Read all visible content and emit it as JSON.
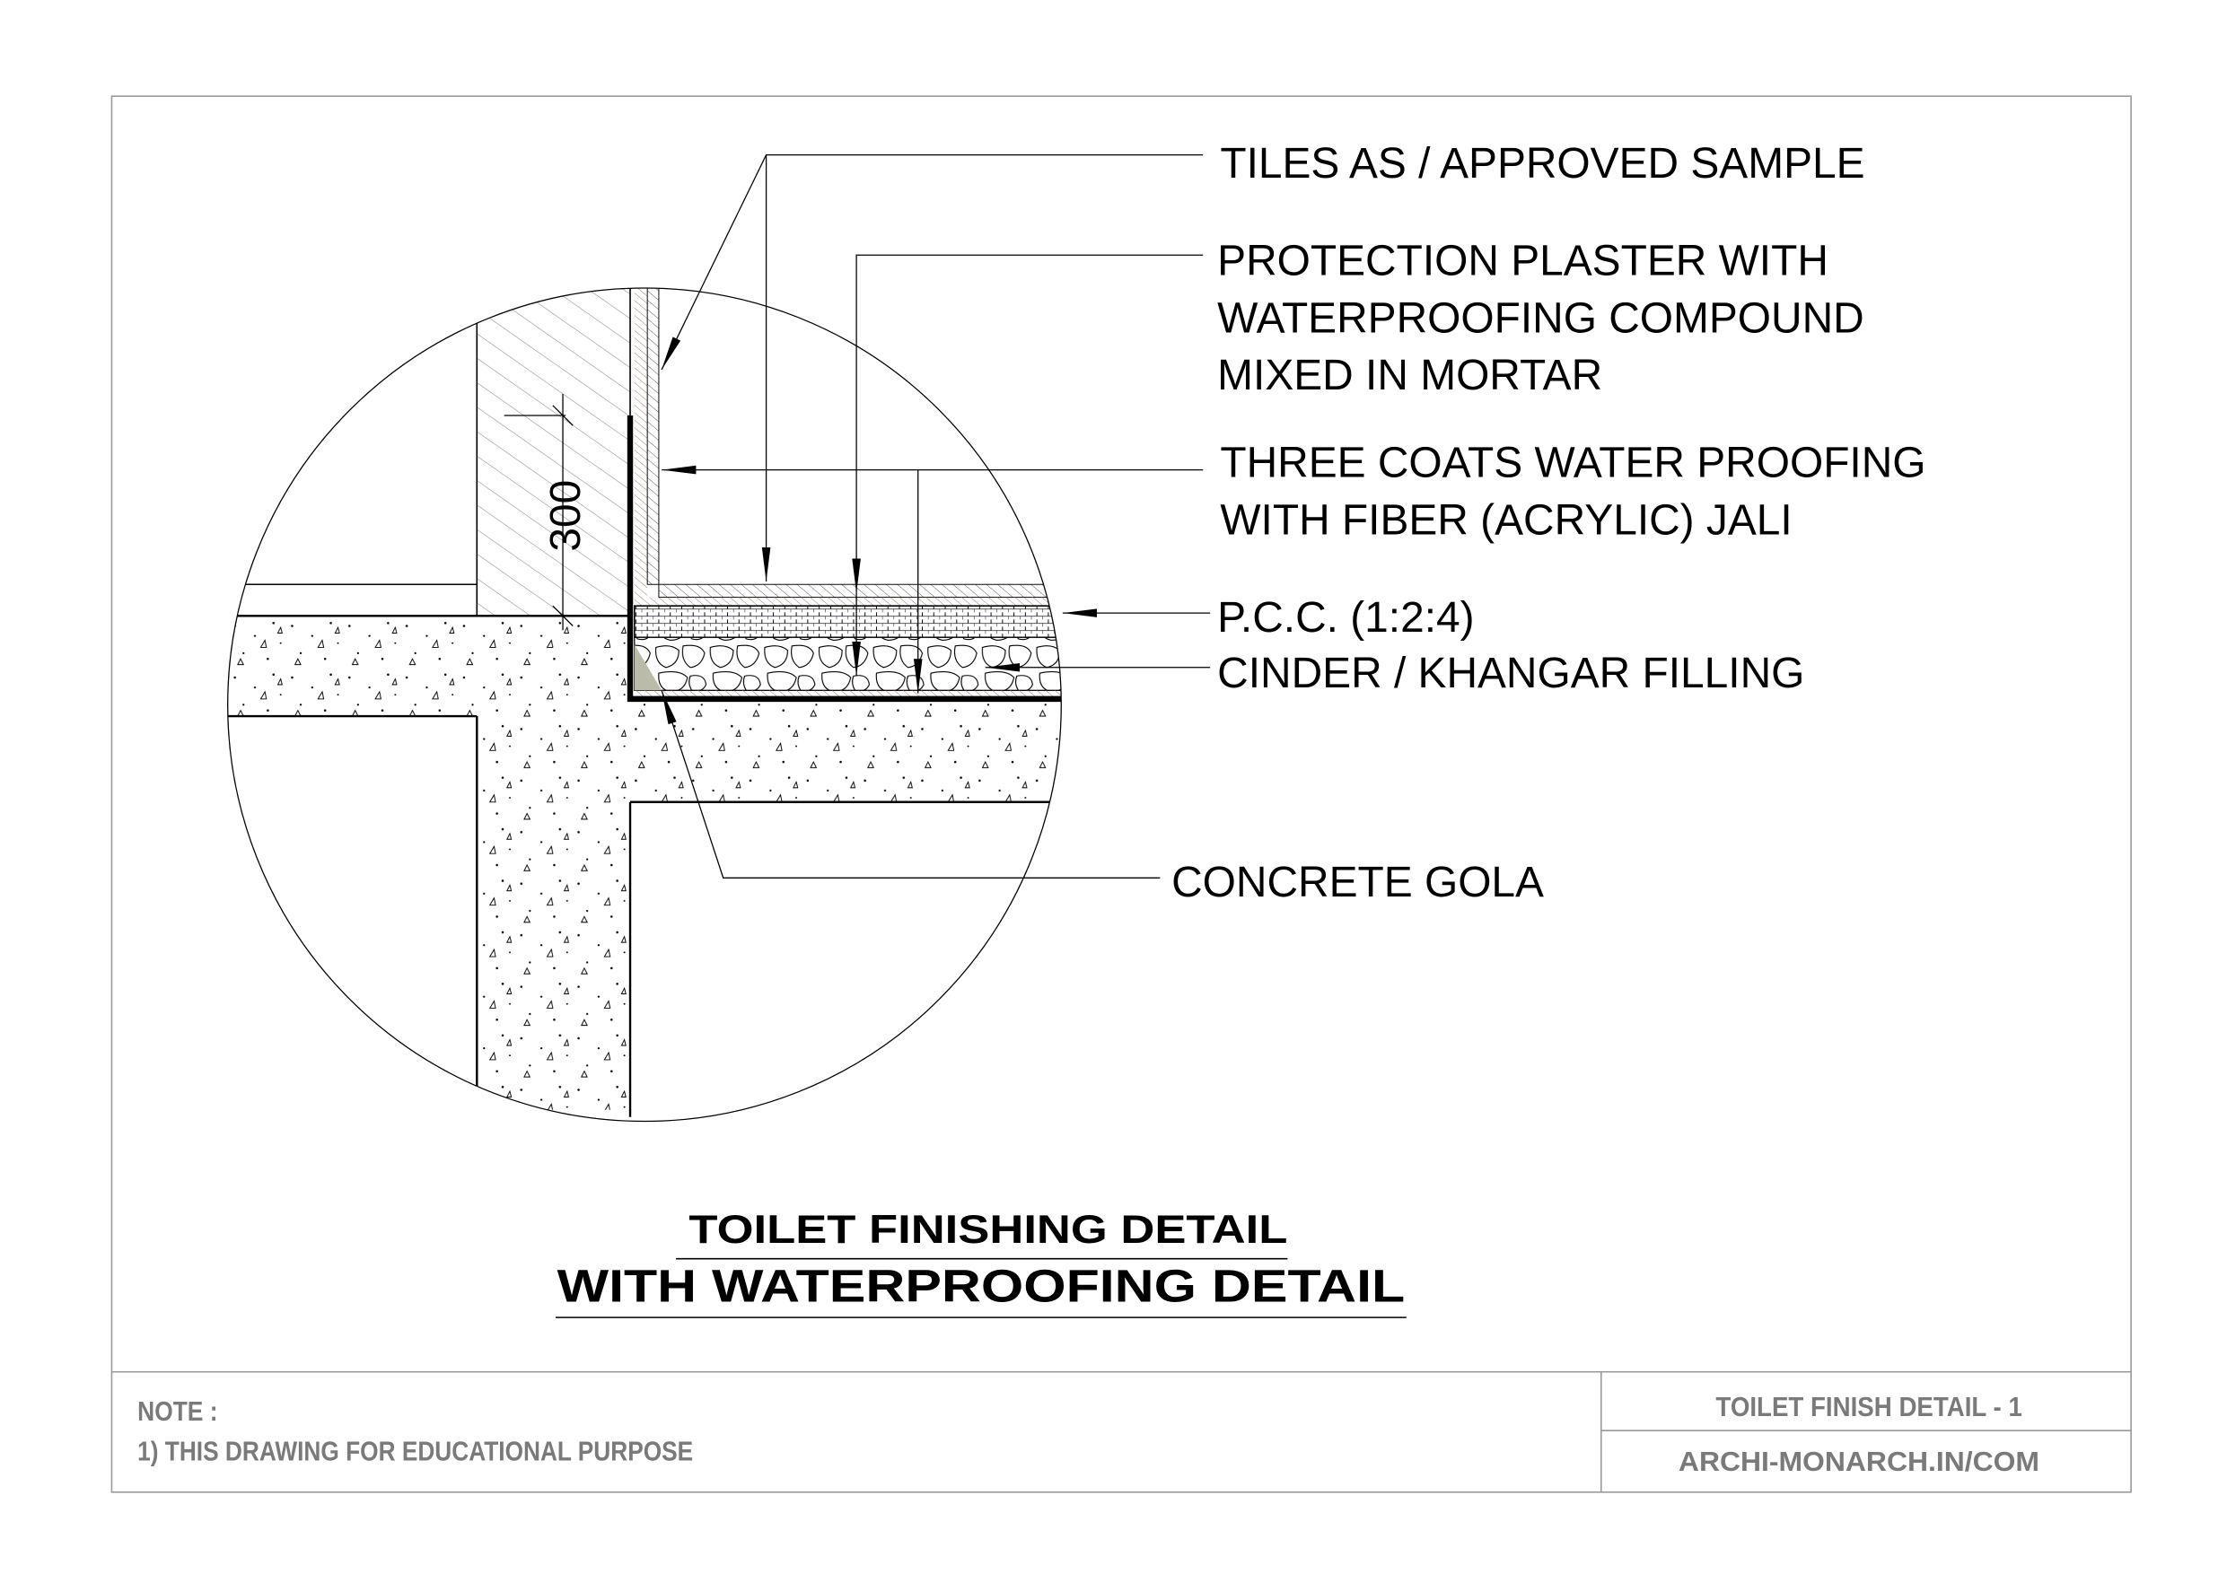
{
  "labels": {
    "tiles": "TILES AS / APPROVED SAMPLE",
    "protection_1": "PROTECTION PLASTER WITH",
    "protection_2": "WATERPROOFING COMPOUND",
    "protection_3": "MIXED IN MORTAR",
    "coats_1": "THREE COATS WATER PROOFING",
    "coats_2": "WITH FIBER (ACRYLIC) JALI",
    "pcc": "P.C.C. (1:2:4)",
    "cinder": "CINDER / KHANGAR FILLING",
    "gola": "CONCRETE GOLA"
  },
  "dimension": "300",
  "title": {
    "line1": "TOILET  FINISHING  DETAIL",
    "line2": "WITH WATERPROOFING DETAIL"
  },
  "title_block": {
    "note_heading": "NOTE :",
    "note_1": "1) THIS DRAWING FOR EDUCATIONAL PURPOSE",
    "sheet_name": "TOILET FINISH DETAIL - 1",
    "website": "ARCHI-MONARCH.IN/COM"
  },
  "colors": {
    "line": "#000000",
    "frame": "#999999",
    "note": "#7a7a7a",
    "plaster_hatch": "#b07060"
  }
}
